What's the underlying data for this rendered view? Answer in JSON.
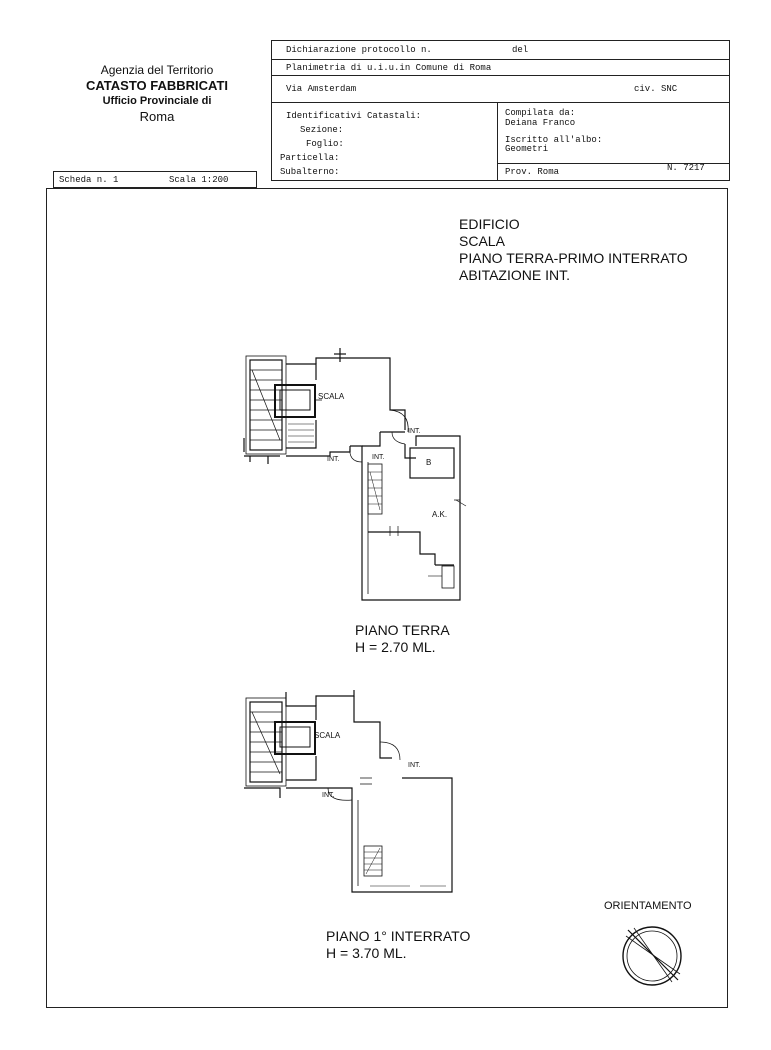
{
  "agency": {
    "line1": "Agenzia del Territorio",
    "line2": "CATASTO FABBRICATI",
    "line3": "Ufficio Provinciale di",
    "line4": "Roma"
  },
  "header": {
    "dichiarazione_label": "Dichiarazione protocollo n.",
    "del_label": "del",
    "planimetria_label": "Planimetria di u.i.u.in Comune di Roma",
    "address": "Via Amsterdam",
    "civ": "civ. SNC",
    "identificativi_label": "Identificativi Catastali:",
    "sezione_label": "Sezione:",
    "foglio_label": "Foglio:",
    "particella_label": "Particella:",
    "subalterno_label": "Subalterno:",
    "compilata_label": "Compilata da:",
    "compilata_value": "Deiana Franco",
    "iscritto_label": "Iscritto all'albo:",
    "iscritto_value": "Geometri",
    "prov": "Prov. Roma",
    "numero": "N.  7217"
  },
  "scheda": {
    "label": "Scheda n. 1",
    "scala": "Scala 1:200"
  },
  "title_block": {
    "line1": "EDIFICIO",
    "line2": "SCALA",
    "line3": "PIANO TERRA-PRIMO INTERRATO",
    "line4": "ABITAZIONE INT."
  },
  "plan1": {
    "scala_label": "SCALA",
    "int_left": "INT.",
    "int_mid": "INT.",
    "int_right": "INT.",
    "room_b": "B",
    "room_ak": "A.K.",
    "caption_title": "PIANO TERRA",
    "caption_h": "H = 2.70 ML."
  },
  "plan2": {
    "scala_label": "SCALA",
    "int_left": "INT.",
    "int_right": "INT.",
    "caption_title": "PIANO 1° INTERRATO",
    "caption_h": "H = 3.70 ML."
  },
  "orientation": {
    "label": "ORIENTAMENTO"
  }
}
